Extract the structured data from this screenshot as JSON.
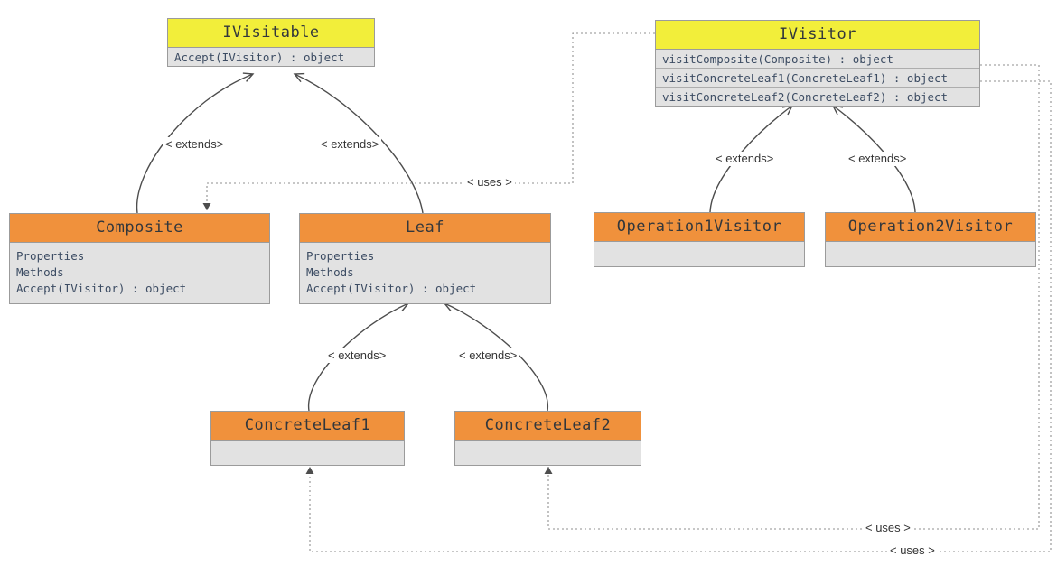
{
  "classes": {
    "ivisitable": {
      "name": "IVisitable",
      "members": [
        "Accept(IVisitor) : object"
      ]
    },
    "ivisitor": {
      "name": "IVisitor",
      "members": [
        "visitComposite(Composite) : object",
        "visitConcreteLeaf1(ConcreteLeaf1) : object",
        "visitConcreteLeaf2(ConcreteLeaf2) : object"
      ]
    },
    "composite": {
      "name": "Composite",
      "members": [
        "Properties",
        "Methods",
        "Accept(IVisitor) : object"
      ]
    },
    "leaf": {
      "name": "Leaf",
      "members": [
        "Properties",
        "Methods",
        "Accept(IVisitor) : object"
      ]
    },
    "operation1visitor": {
      "name": "Operation1Visitor",
      "members": []
    },
    "operation2visitor": {
      "name": "Operation2Visitor",
      "members": []
    },
    "concreteleaf1": {
      "name": "ConcreteLeaf1",
      "members": []
    },
    "concreteleaf2": {
      "name": "ConcreteLeaf2",
      "members": []
    }
  },
  "labels": {
    "extends": "< extends>",
    "uses": "< uses >"
  },
  "edges": [
    {
      "from": "Composite",
      "to": "IVisitable",
      "type": "extends"
    },
    {
      "from": "Leaf",
      "to": "IVisitable",
      "type": "extends"
    },
    {
      "from": "ConcreteLeaf1",
      "to": "Leaf",
      "type": "extends"
    },
    {
      "from": "ConcreteLeaf2",
      "to": "Leaf",
      "type": "extends"
    },
    {
      "from": "Operation1Visitor",
      "to": "IVisitor",
      "type": "extends"
    },
    {
      "from": "Operation2Visitor",
      "to": "IVisitor",
      "type": "extends"
    },
    {
      "from": "IVisitor",
      "to": "Composite",
      "type": "uses"
    },
    {
      "from": "IVisitor",
      "to": "ConcreteLeaf2",
      "type": "uses"
    },
    {
      "from": "IVisitor",
      "to": "ConcreteLeaf1",
      "type": "uses"
    }
  ],
  "colors": {
    "canvas_bg": "#ffffff",
    "interface_header_bg": "#f2ee3a",
    "class_header_bg": "#f0913c",
    "body_bg": "#e2e2e2",
    "border": "#9b9b9b",
    "header_text": "#32373c",
    "member_text": "#3c4c63",
    "edge": "#4d4d4d",
    "uses_edge": "#8f8f8f",
    "label_text": "#343434"
  }
}
